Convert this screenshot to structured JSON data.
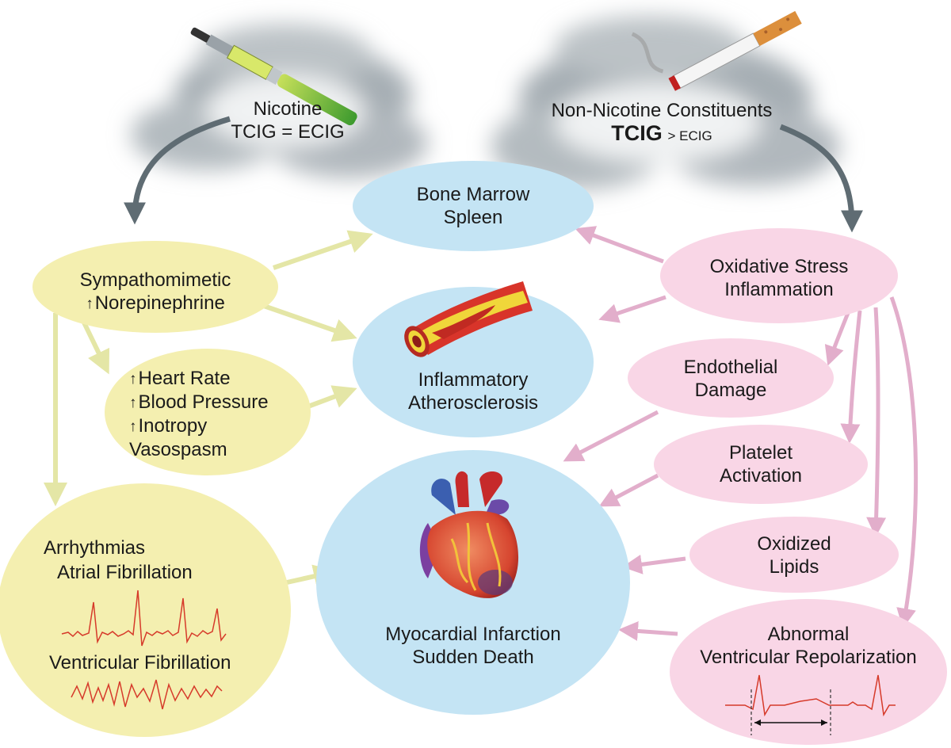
{
  "sources": {
    "nicotine": {
      "line1": "Nicotine",
      "line2": "TCIG = ECIG"
    },
    "non_nicotine": {
      "line1": "Non-Nicotine Constituents",
      "line2_bold": "TCIG",
      "line2_rest": "> ECIG"
    }
  },
  "nodes": {
    "bone_marrow": {
      "line1": "Bone Marrow",
      "line2": "Spleen"
    },
    "sympathomimetic": {
      "line1": "Sympathomimetic",
      "line2": "Norepinephrine"
    },
    "hemodynamics": {
      "lines": [
        "Heart Rate",
        "Blood Pressure",
        "Inotropy",
        "Vasospasm"
      ]
    },
    "atherosclerosis": {
      "line1": "Inflammatory",
      "line2": "Atherosclerosis"
    },
    "arrhythmias": {
      "line1": "Arrhythmias",
      "line2": "Atrial Fibrillation",
      "line3": "Ventricular Fibrillation"
    },
    "mi": {
      "line1": "Myocardial Infarction",
      "line2": "Sudden Death"
    },
    "oxidative": {
      "line1": "Oxidative Stress",
      "line2": "Inflammation"
    },
    "endothelial": {
      "line1": "Endothelial",
      "line2": "Damage"
    },
    "platelet": {
      "line1": "Platelet",
      "line2": "Activation"
    },
    "lipids": {
      "line1": "Oxidized",
      "line2": "Lipids"
    },
    "repolarization": {
      "line1": "Abnormal",
      "line2": "Ventricular Repolarization"
    }
  },
  "colors": {
    "blue_node": "#c4e4f4",
    "yellow_node": "#f4efb0",
    "pink_node": "#f9d6e6",
    "yellow_arrow": "#e4e6a6",
    "pink_arrow": "#e2aecb",
    "gray_arrow": "#5f6c73",
    "trace_red": "#d63a2a"
  },
  "icons": [
    "e-cigarette-icon",
    "cigarette-icon",
    "artery-icon",
    "heart-icon"
  ]
}
